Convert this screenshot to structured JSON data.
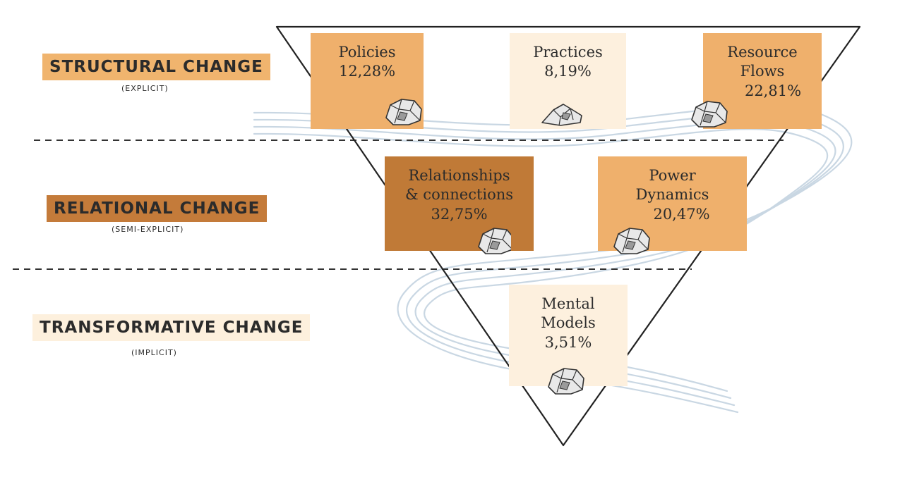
{
  "levels": [
    {
      "title": "STRUCTURAL CHANGE",
      "subtitle": "(EXPLICIT)",
      "color": "#f0b46e"
    },
    {
      "title": "RELATIONAL CHANGE",
      "subtitle": "(SEMI-EXPLICIT)",
      "color": "#c47b3a"
    },
    {
      "title": "TRANSFORMATIVE CHANGE",
      "subtitle": "(IMPLICIT)",
      "color": "#fdf0dd"
    }
  ],
  "boxes": {
    "policies": {
      "label": "Policies",
      "value": "12,28%",
      "color": "#efb06c"
    },
    "practices": {
      "label": "Practices",
      "value": "8,19%",
      "color": "#fdf0de"
    },
    "resource_flows": {
      "label_1": "Resource",
      "label_2": "Flows",
      "value": "22,81%",
      "color": "#efb06c"
    },
    "relationships": {
      "label_1": "Relationships",
      "label_2": "& connections",
      "value": "32,75%",
      "color": "#c07a37"
    },
    "power_dynamics": {
      "label_1": "Power",
      "label_2": "Dynamics",
      "value": "20,47%",
      "color": "#efb06c"
    },
    "mental_models": {
      "label_1": "Mental",
      "label_2": "Models",
      "value": "3,51%",
      "color": "#fdf0de"
    }
  },
  "colors": {
    "line": "#222222",
    "water": "#c9d7e3"
  }
}
